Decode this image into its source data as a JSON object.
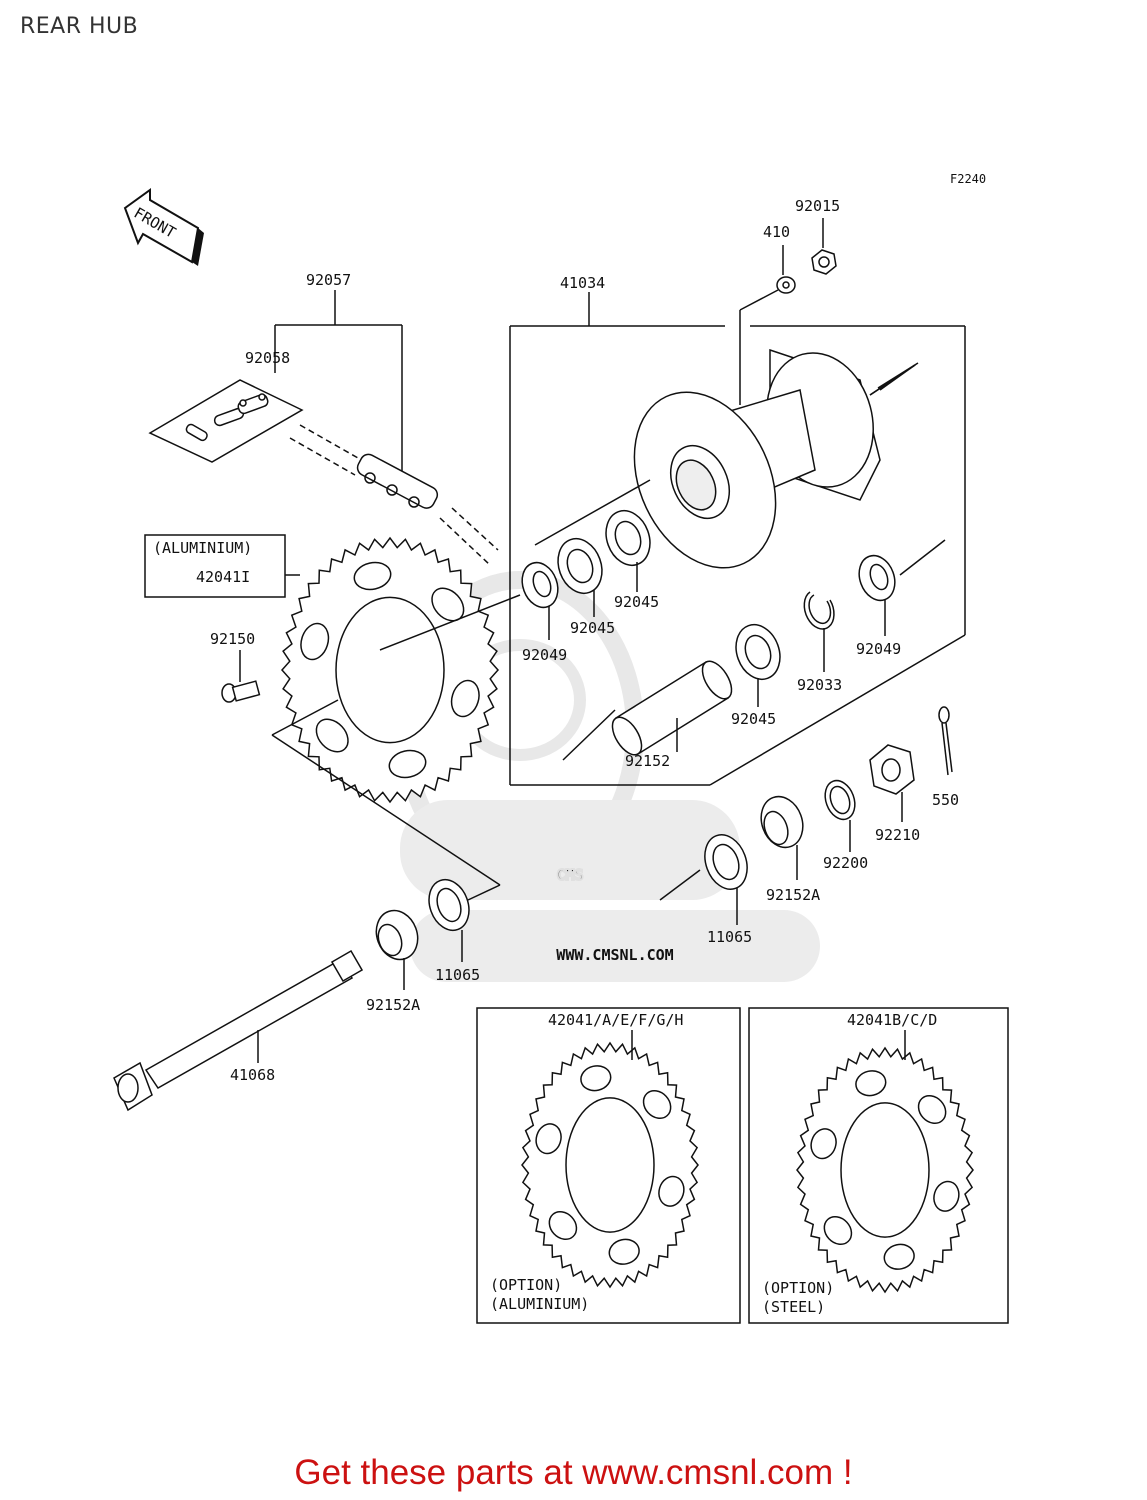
{
  "page": {
    "title": "REAR HUB"
  },
  "diagram": {
    "figure_code": "F2240",
    "front_arrow": "FRONT",
    "parts": {
      "p92015": "92015",
      "p410": "410",
      "p92057": "92057",
      "p41034": "41034",
      "p92058": "92058",
      "aluminium_note": "(ALUMINIUM)",
      "p42041I": "42041I",
      "p92150": "92150",
      "p92045a": "92045",
      "p92045b": "92045",
      "p92049a": "92049",
      "p92049b": "92049",
      "p92033": "92033",
      "p92045c": "92045",
      "p92152": "92152",
      "p550": "550",
      "p92210": "92210",
      "p92200": "92200",
      "p92152A_right": "92152A",
      "p11065_right": "11065",
      "p11065_left": "11065",
      "p92152A_left": "92152A",
      "p41068": "41068"
    },
    "options": {
      "left": {
        "part": "42041/A/E/F/G/H",
        "note1": "(OPTION)",
        "note2": "(ALUMINIUM)"
      },
      "right": {
        "part": "42041B/C/D",
        "note1": "(OPTION)",
        "note2": "(STEEL)"
      }
    },
    "watermark": {
      "logo": "CMS",
      "url": "WWW.CMSNL.COM"
    }
  },
  "footer": {
    "link": "Get these parts at www.cmsnl.com !"
  },
  "colors": {
    "footer": "#cc1111",
    "watermark": "#e6e6e6",
    "line": "#111111"
  }
}
